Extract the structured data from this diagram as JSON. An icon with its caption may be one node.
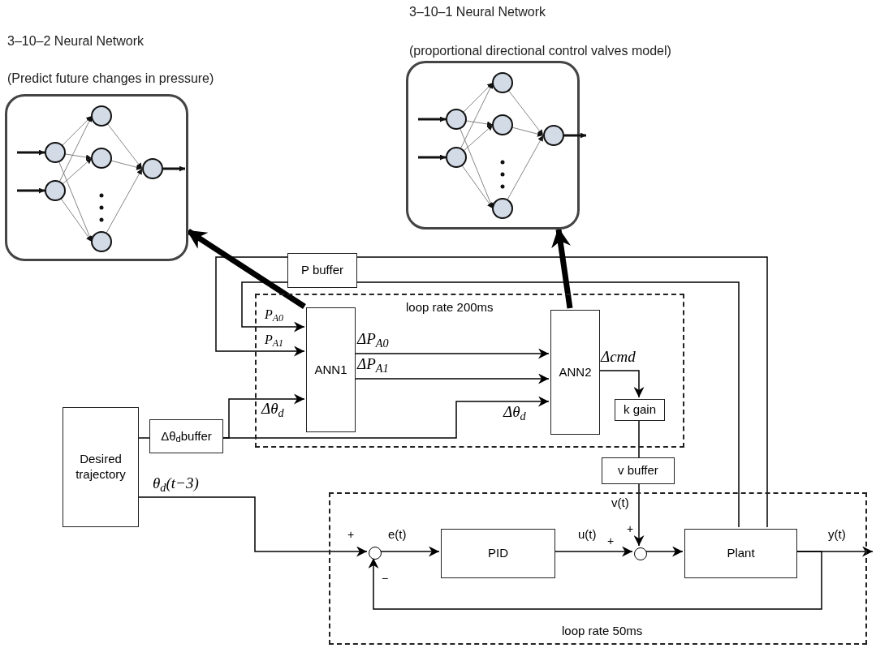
{
  "diagram": {
    "nodes": [
      {
        "text": [
          "3–10–2 Neural Network",
          "(Predict future changes in pressure)"
        ]
      },
      {
        "text": [
          "3–10–1 Neural Network",
          "(proportional directional control valves model)"
        ]
      },
      {
        "text": [
          "loop rate 200ms"
        ]
      },
      {
        "text": [
          "ANN1"
        ],
        "in": 2
      },
      {
        "text": [
          "ANN2"
        ],
        "in": 2
      },
      {
        "text": [
          "k gain"
        ],
        "in": 2
      },
      {
        "text": [
          "P buffer"
        ]
      },
      {
        "text": [
          "Δθ$_{d}$buffer"
        ]
      },
      {
        "text": [
          "Desired trajectory"
        ]
      },
      {
        "text": [
          "v buffer"
        ]
      },
      {
        "text": [
          "loop rate 50ms"
        ]
      },
      {
        "text": [],
        "shape": "circle",
        "in": 10
      },
      {
        "text": [
          "PID"
        ],
        "in": 10
      },
      {
        "text": [],
        "shape": "circle",
        "in": 10
      },
      {
        "text": [
          "Plant"
        ],
        "in": 10
      }
    ],
    "edges": [
      {
        "from": 3,
        "to": 0,
        "arrow": "to",
        "style": "thick"
      },
      {
        "from": 4,
        "to": 1,
        "arrow": "to",
        "style": "thick"
      },
      {
        "from": 14,
        "to": 6,
        "arrow": "none"
      },
      {
        "from": 14,
        "to": 6,
        "arrow": "none"
      },
      {
        "from": 6,
        "to": 3,
        "arrow": "to",
        "label": "P$_{A0}$"
      },
      {
        "from": 6,
        "to": 3,
        "arrow": "to",
        "label": "P$_{A1}$"
      },
      {
        "from": 3,
        "to": 4,
        "arrow": "to",
        "label": "ΔP$_{A0}$"
      },
      {
        "from": 3,
        "to": 4,
        "arrow": "to",
        "label": "ΔP$_{A1}$"
      },
      {
        "from": 8,
        "to": 7,
        "arrow": "none"
      },
      {
        "from": 7,
        "to": 3,
        "arrow": "to",
        "label": "Δθ$_{d}$"
      },
      {
        "from": 7,
        "to": 4,
        "arrow": "to",
        "label": "Δθ$_{d}$"
      },
      {
        "from": 4,
        "to": 5,
        "arrow": "to",
        "label": "Δcmd"
      },
      {
        "from": 5,
        "to": 9,
        "arrow": "none"
      },
      {
        "from": 9,
        "to": 13,
        "arrow": "to",
        "label": "v(t)"
      },
      {
        "from": 8,
        "to": 11,
        "arrow": "to",
        "label": "θ$_{d}$(t−3)"
      },
      {
        "from": 11,
        "to": 12,
        "arrow": "to",
        "label": "e(t)"
      },
      {
        "from": 12,
        "to": 13,
        "arrow": "to",
        "label": "u(t)"
      },
      {
        "from": 13,
        "to": 14,
        "arrow": "to"
      },
      {
        "from": 14,
        "to": null,
        "arrow": "to",
        "label": "y(t)"
      },
      {
        "from": 14,
        "to": 11,
        "arrow": "to"
      }
    ],
    "labels": [
      "+",
      "+",
      "+",
      "−"
    ]
  }
}
